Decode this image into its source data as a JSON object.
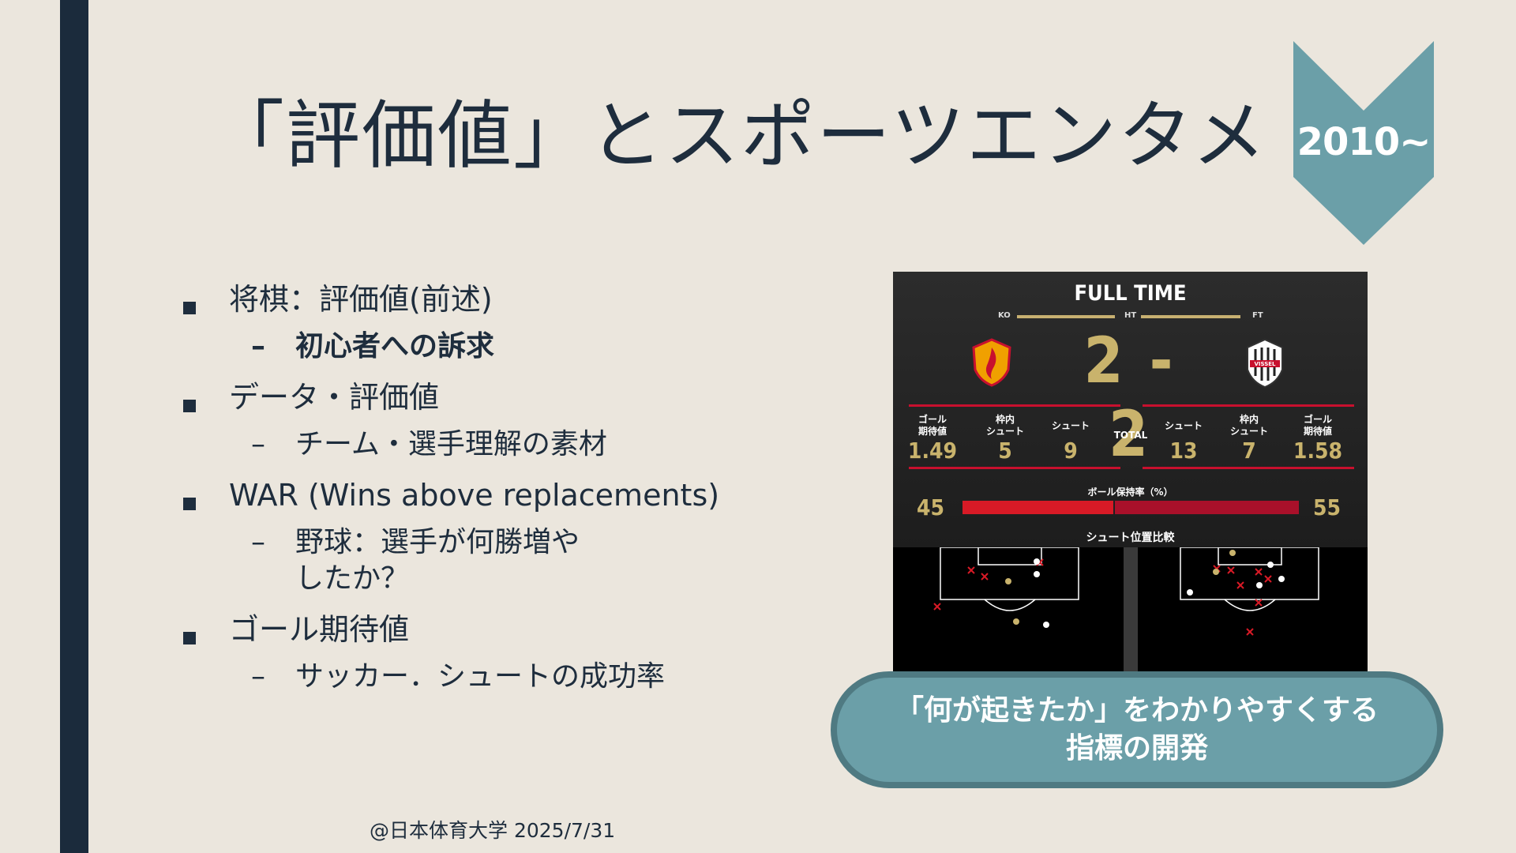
{
  "slide": {
    "title": "「評価値」とスポーツエンタメ",
    "badge": "2010~",
    "footer": "@日本体育大学 2025/7/31"
  },
  "bullets": [
    {
      "text": "将棋：評価値(前述)",
      "sub": [
        "初心者への訴求"
      ],
      "sub_bold": true
    },
    {
      "text": "データ・評価値",
      "sub": [
        "チーム・選手理解の素材"
      ]
    },
    {
      "text": "WAR (Wins above replacements)",
      "sub": [
        "野球：選手が何勝増やしたか？"
      ]
    },
    {
      "text": "ゴール期待値",
      "sub": [
        "サッカー．シュートの成功率"
      ]
    }
  ],
  "scoreboard": {
    "title": "FULL TIME",
    "timeline": {
      "ko": "KO",
      "ht": "HT",
      "ft": "FT"
    },
    "score": "2 - 2",
    "total_label": "TOTAL",
    "home": {
      "stats": [
        {
          "label": "ゴール\n期待値",
          "value": "1.49"
        },
        {
          "label": "枠内\nシュート",
          "value": "5"
        },
        {
          "label": "シュート",
          "value": "9"
        }
      ]
    },
    "away": {
      "crest_text": "VISSEL",
      "stats": [
        {
          "label": "シュート",
          "value": "13"
        },
        {
          "label": "枠内\nシュート",
          "value": "7"
        },
        {
          "label": "ゴール\n期待値",
          "value": "1.58"
        }
      ]
    },
    "possession": {
      "label": "ボール保持率（%）",
      "home": "45",
      "away": "55",
      "home_fraction": 0.45
    },
    "shot_map_label": "シュート位置比較",
    "colors": {
      "gold": "#c9b36c",
      "red": "#d81a26"
    }
  },
  "callout": {
    "line1": "「何が起きたか」をわかりやすくする",
    "line2": "指標の開発"
  }
}
